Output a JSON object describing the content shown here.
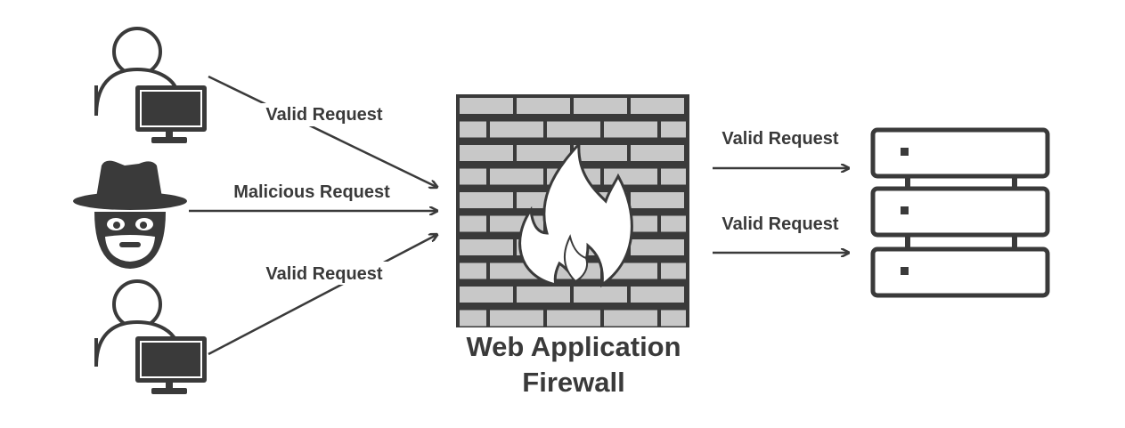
{
  "edges": {
    "user_top_to_waf": "Valid Request",
    "attacker_to_waf": "Malicious Request",
    "user_bottom_to_waf": "Valid Request",
    "waf_to_server_top": "Valid Request",
    "waf_to_server_bottom": "Valid Request"
  },
  "firewall": {
    "title_line1": "Web Application",
    "title_line2": "Firewall"
  },
  "nodes": {
    "user_top": {
      "icon": "user-computer-icon"
    },
    "attacker": {
      "icon": "spy-icon"
    },
    "user_bottom": {
      "icon": "user-computer-icon"
    },
    "firewall": {
      "icon": "brick-wall-fire-icon"
    },
    "server": {
      "icon": "server-stack-icon"
    }
  },
  "colors": {
    "icon_dark": "#3a3a3a",
    "brick_fill": "#c8c8c8",
    "flame_fill": "#ffffff",
    "text": "#3a3a3a"
  }
}
